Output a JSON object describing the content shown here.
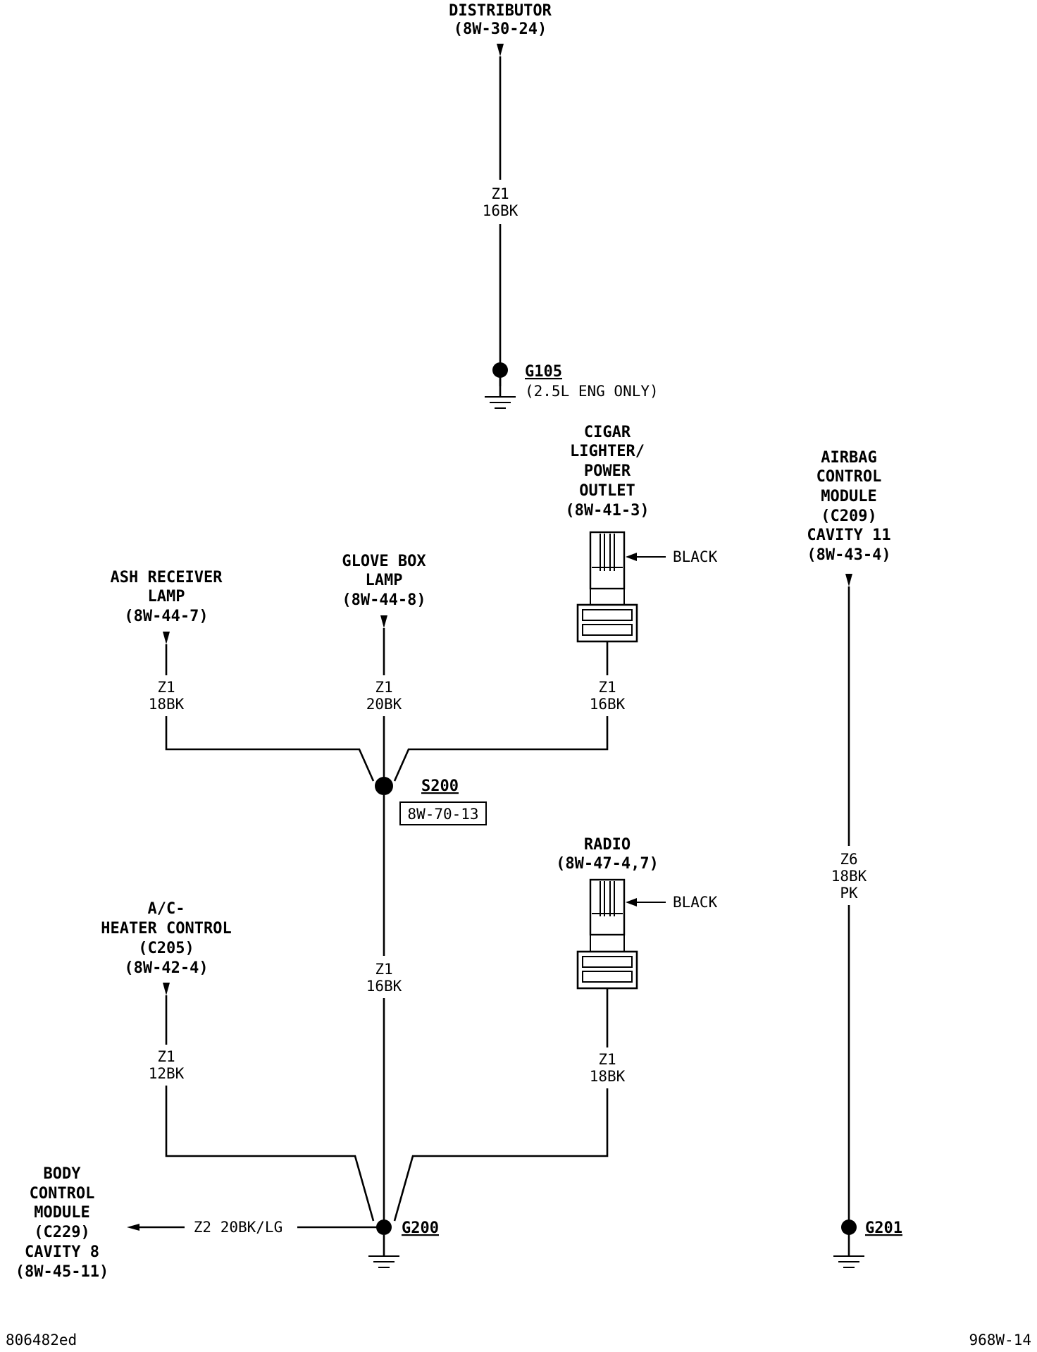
{
  "distributor": {
    "name": "DISTRIBUTOR",
    "ref": "(8W-30-24)"
  },
  "wire_dist": {
    "circuit": "Z1",
    "gauge_color": "16BK"
  },
  "g105": {
    "label": "G105",
    "note": "(2.5L ENG ONLY)"
  },
  "cigar": {
    "lines": [
      "CIGAR",
      "LIGHTER/",
      "POWER",
      "OUTLET"
    ],
    "ref": "(8W-41-3)",
    "connector_color": "BLACK"
  },
  "airbag": {
    "lines": [
      "AIRBAG",
      "CONTROL",
      "MODULE",
      "(C209)",
      "CAVITY 11"
    ],
    "ref": "(8W-43-4)"
  },
  "ash": {
    "lines": [
      "ASH RECEIVER",
      "LAMP"
    ],
    "ref": "(8W-44-7)"
  },
  "glove": {
    "lines": [
      "GLOVE BOX",
      "LAMP"
    ],
    "ref": "(8W-44-8)"
  },
  "wire_ash": {
    "circuit": "Z1",
    "gauge_color": "18BK"
  },
  "wire_glove": {
    "circuit": "Z1",
    "gauge_color": "20BK"
  },
  "wire_cigar": {
    "circuit": "Z1",
    "gauge_color": "16BK"
  },
  "s200": {
    "label": "S200",
    "ref": "8W-70-13"
  },
  "radio": {
    "name": "RADIO",
    "ref": "(8W-47-4,7)",
    "connector_color": "BLACK"
  },
  "wire_airbag": {
    "circuit": "Z6",
    "gauge": "18BK",
    "tracer": "PK"
  },
  "ac": {
    "lines": [
      "A/C-",
      "HEATER CONTROL",
      "(C205)"
    ],
    "ref": "(8W-42-4)"
  },
  "wire_trunk": {
    "circuit": "Z1",
    "gauge_color": "16BK"
  },
  "wire_ac": {
    "circuit": "Z1",
    "gauge_color": "12BK"
  },
  "wire_radio": {
    "circuit": "Z1",
    "gauge_color": "18BK"
  },
  "bcm": {
    "lines": [
      "BODY",
      "CONTROL",
      "MODULE",
      "(C229)",
      "CAVITY 8"
    ],
    "ref": "(8W-45-11)",
    "wire": "Z2 20BK/LG"
  },
  "g200": {
    "label": "G200"
  },
  "g201": {
    "label": "G201"
  },
  "footer": {
    "left": "806482ed",
    "right": "968W-14"
  }
}
